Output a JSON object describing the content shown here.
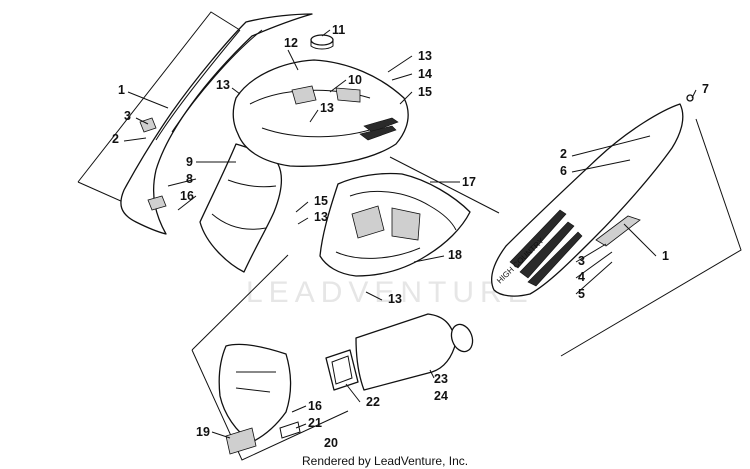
{
  "watermark": "LEADVENTURE",
  "footer": "Rendered by LeadVenture, Inc.",
  "decal_text": "HIGH COUNTRY",
  "callouts": {
    "c1_left": "1",
    "c3_left": "3",
    "c2_left": "2",
    "c12": "12",
    "c11": "11",
    "c13_top": "13",
    "c13_right": "13",
    "c14": "14",
    "c10": "10",
    "c13_mid": "13",
    "c15_top": "15",
    "c9": "9",
    "c8": "8",
    "c16_left": "16",
    "c7": "7",
    "c2_right": "2",
    "c6": "6",
    "c17": "17",
    "c15_mid": "15",
    "c13_lower": "13",
    "c18": "18",
    "c13_bottom": "13",
    "c1_right": "1",
    "c3_right": "3",
    "c4": "4",
    "c5": "5",
    "c23": "23",
    "c24": "24",
    "c22": "22",
    "c16_bottom": "16",
    "c21": "21",
    "c19": "19",
    "c20": "20"
  }
}
